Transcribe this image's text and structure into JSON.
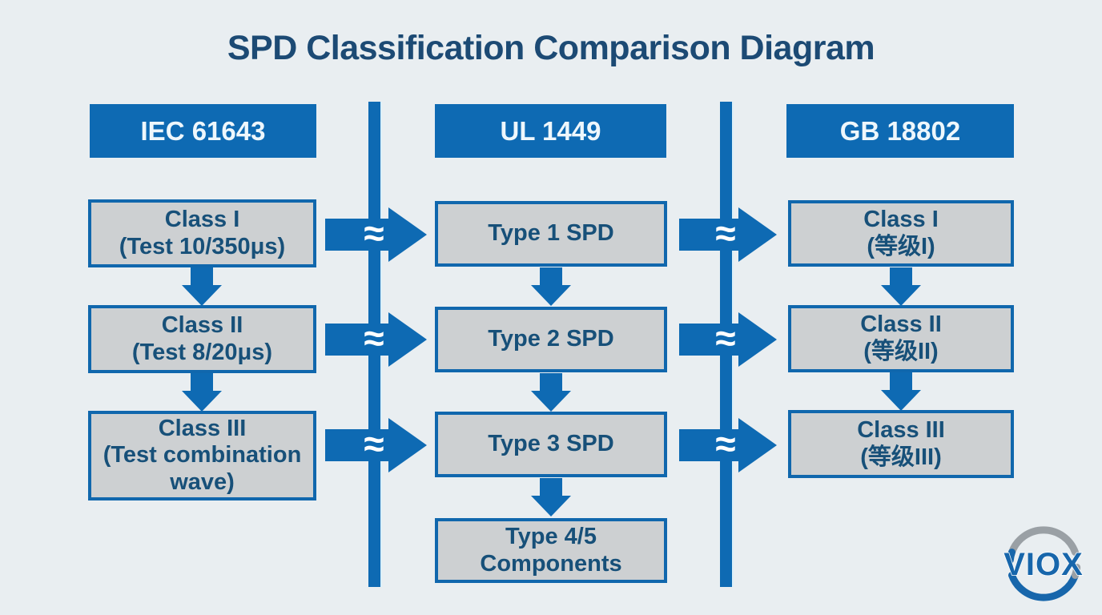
{
  "title": "SPD Classification Comparison Diagram",
  "approx": "≈",
  "colors": {
    "blue": "#0e6ab3",
    "background": "#e9eef1",
    "box_fill": "#cdd0d2",
    "box_border": "#1067ad",
    "box_text": "#175079",
    "header_text": "#eef7fc",
    "title_text": "#1c4a74",
    "logo_gray": "#9aa0a5",
    "logo_blue": "#1766ab"
  },
  "columns": [
    {
      "header": "IEC 61643",
      "boxes": [
        {
          "line1": "Class I",
          "line2": "(Test 10/350μs)"
        },
        {
          "line1": "Class II",
          "line2": "(Test 8/20μs)"
        },
        {
          "line1": "Class III",
          "line2": "(Test combination wave)"
        }
      ]
    },
    {
      "header": "UL 1449",
      "boxes": [
        {
          "line1": "Type 1 SPD",
          "line2": ""
        },
        {
          "line1": "Type 2 SPD",
          "line2": ""
        },
        {
          "line1": "Type 3 SPD",
          "line2": ""
        },
        {
          "line1": "Type 4/5",
          "line2": "Components"
        }
      ]
    },
    {
      "header": "GB 18802",
      "boxes": [
        {
          "line1": "Class I",
          "line2": "(等级I)"
        },
        {
          "line1": "Class II",
          "line2": "(等级II)"
        },
        {
          "line1": "Class III",
          "line2": "(等级III)"
        }
      ]
    }
  ],
  "logo": {
    "text": "VIOX"
  }
}
